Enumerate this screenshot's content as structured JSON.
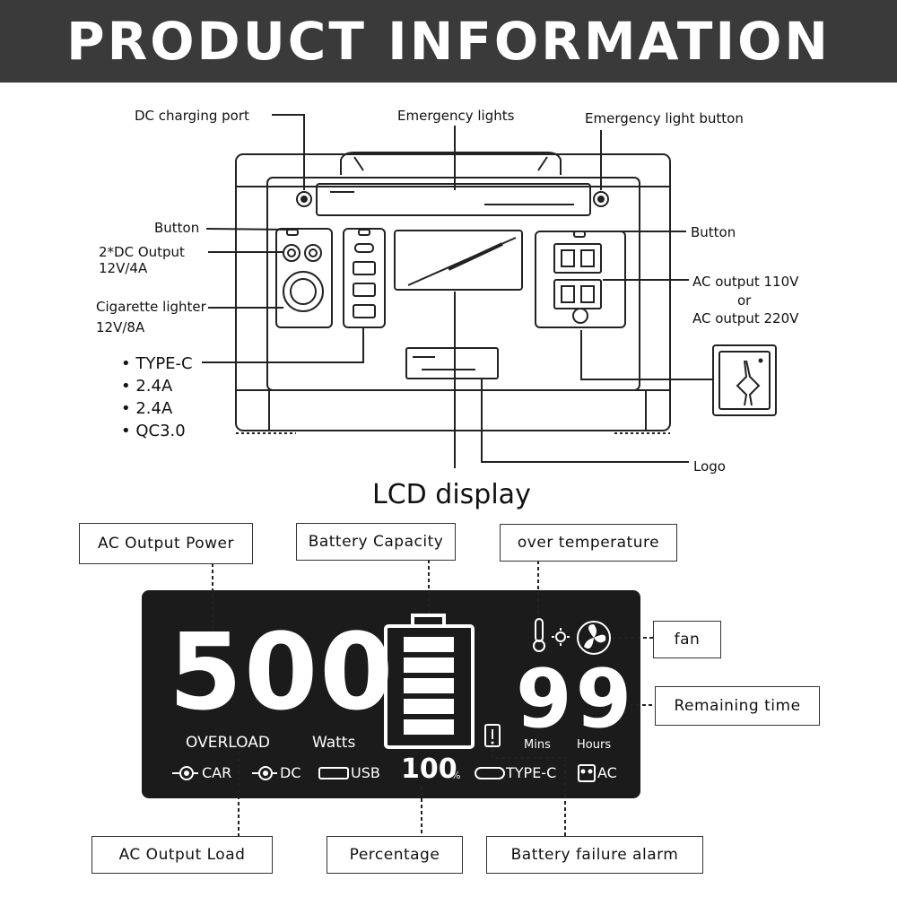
{
  "header": {
    "title": "PRODUCT INFORMATION"
  },
  "device_labels": {
    "dc_charging_port": "DC charging port",
    "emergency_lights": "Emergency lights",
    "emergency_light_button": "Emergency light button",
    "button_left": "Button",
    "button_right": "Button",
    "dc_output_line1": "2*DC Output",
    "dc_output_line2": "12V/4A",
    "cigarette_line1": "Cigarette lighter",
    "cigarette_line2": "12V/8A",
    "usb_ports": [
      "• TYPE-C",
      "• 2.4A",
      "• 2.4A",
      "• QC3.0"
    ],
    "ac_output_110": "AC output 110V",
    "ac_or": "or",
    "ac_output_220": "AC output 220V",
    "logo": "Logo",
    "lcd_display": "LCD display"
  },
  "lcd_labels": {
    "ac_output_power": "AC Output Power",
    "battery_capacity": "Battery Capacity",
    "over_temperature": "over temperature",
    "fan": "fan",
    "remaining_time": "Remaining time",
    "ac_output_load": "AC Output Load",
    "percentage": "Percentage",
    "battery_failure_alarm": "Battery failure alarm"
  },
  "lcd_screen": {
    "power_value": "500",
    "overload": "OVERLOAD",
    "watts": "Watts",
    "time_value": "99",
    "mins": "Mins",
    "hours": "Hours",
    "percent_value": "100",
    "percent_sign": "%",
    "car": "CAR",
    "dc": "DC",
    "usb": "USB",
    "type_c": "TYPE-C",
    "ac": "AC",
    "battery_level_fraction": 1.0
  }
}
